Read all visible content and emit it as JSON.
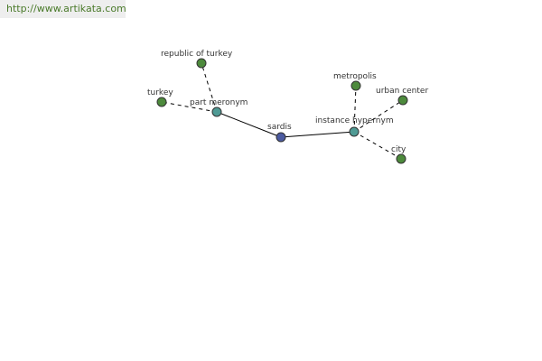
{
  "watermark": {
    "text": "http://www.artikata.com"
  },
  "colors": {
    "root": "#4b5aa0",
    "relation": "#4f9a94",
    "leaf": "#4d8a3c",
    "watermark_bg": "#eeeeee",
    "watermark_text": "#4a7a2a"
  },
  "graph": {
    "nodes": [
      {
        "id": "sardis",
        "label": "sardis",
        "kind": "root"
      },
      {
        "id": "part-meronym",
        "label": "part meronym",
        "kind": "relation"
      },
      {
        "id": "instance-hypernym",
        "label": "instance hypernym",
        "kind": "relation"
      },
      {
        "id": "republic-of-turkey",
        "label": "republic of turkey",
        "kind": "leaf"
      },
      {
        "id": "turkey",
        "label": "turkey",
        "kind": "leaf"
      },
      {
        "id": "metropolis",
        "label": "metropolis",
        "kind": "leaf"
      },
      {
        "id": "urban-center",
        "label": "urban center",
        "kind": "leaf"
      },
      {
        "id": "city",
        "label": "city",
        "kind": "leaf"
      }
    ],
    "edges": [
      {
        "from": "sardis",
        "to": "part-meronym",
        "style": "solid"
      },
      {
        "from": "sardis",
        "to": "instance-hypernym",
        "style": "solid"
      },
      {
        "from": "part-meronym",
        "to": "republic-of-turkey",
        "style": "dashed"
      },
      {
        "from": "part-meronym",
        "to": "turkey",
        "style": "dashed"
      },
      {
        "from": "instance-hypernym",
        "to": "metropolis",
        "style": "dashed"
      },
      {
        "from": "instance-hypernym",
        "to": "urban-center",
        "style": "dashed"
      },
      {
        "from": "instance-hypernym",
        "to": "city",
        "style": "dashed"
      }
    ]
  }
}
